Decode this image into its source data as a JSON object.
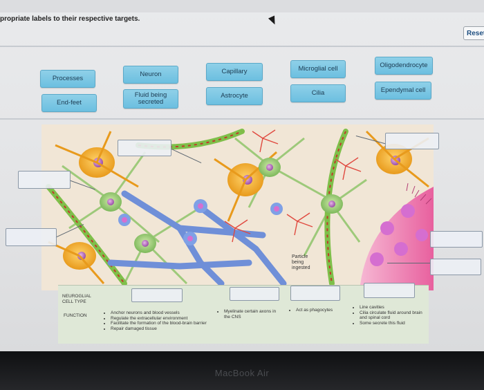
{
  "instruction": "propriate labels to their respective targets.",
  "reset_label": "Reset",
  "chips": [
    {
      "id": "processes",
      "label": "Processes"
    },
    {
      "id": "neuron",
      "label": "Neuron"
    },
    {
      "id": "capillary",
      "label": "Capillary"
    },
    {
      "id": "microglial-cell",
      "label": "Microglial cell"
    },
    {
      "id": "oligodendrocyte",
      "label": "Oligodendrocyte"
    },
    {
      "id": "end-feet",
      "label": "End-feet"
    },
    {
      "id": "fluid-being-secreted",
      "label": "Fluid being secreted"
    },
    {
      "id": "astrocyte",
      "label": "Astrocyte"
    },
    {
      "id": "cilia",
      "label": "Cilia"
    },
    {
      "id": "ependymal-cell",
      "label": "Ependymal cell"
    }
  ],
  "diagram": {
    "particle_label": "Particle being ingested"
  },
  "table": {
    "row1_header": "NEUROGLIAL CELL TYPE",
    "row2_header": "FUNCTION",
    "functions": [
      [
        "Anchor neurons and blood vessels",
        "Regulate the extracellular environment",
        "Facilitate the formation of the blood-brain barrier",
        "Repair damaged tissue"
      ],
      [
        "Myelinate certain axons in the CNS"
      ],
      [
        "Act as phagocytes"
      ],
      [
        "Line cavities",
        "Cilia circulate fluid around brain and spinal cord",
        "Some secrete this fluid"
      ]
    ]
  },
  "laptop_label": "MacBook Air",
  "colors": {
    "chip_fill": "#7cc8e4",
    "chip_border": "#5aa8c8",
    "chip_text": "#1c3b52",
    "reset_text": "#1e4e80",
    "table_bg": "#dfe8d7"
  }
}
